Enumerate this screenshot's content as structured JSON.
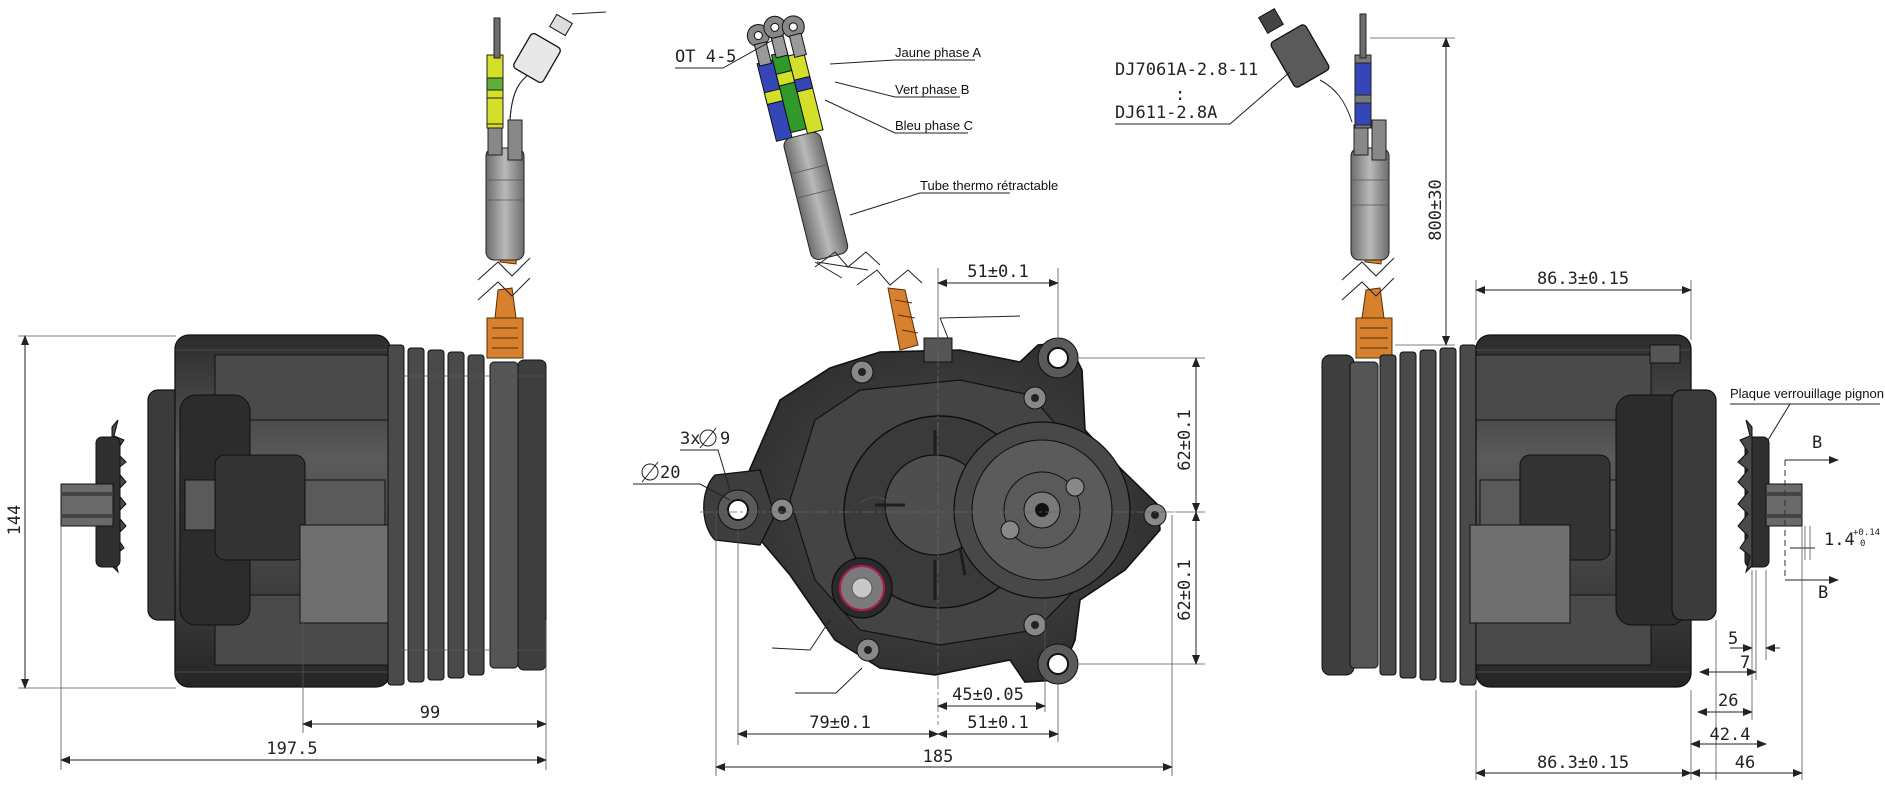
{
  "colors": {
    "phase_a": "#d4df2a",
    "phase_b": "#2f9a2a",
    "phase_c": "#3446b8",
    "cable_jacket": "#8d8d8d",
    "cable_core": "#d7802d",
    "housing": "#3b3b3b"
  },
  "left_view": {
    "dim_height": "144",
    "dim_99": "99",
    "dim_197": "197.5"
  },
  "center_view": {
    "connector_label": "OT 4-5",
    "phase_a": "Jaune phase A",
    "phase_b": "Vert phase B",
    "phase_c": "Bleu phase C",
    "heat_shrink": "Tube thermo rétractable",
    "hole_count": "3x",
    "hole_dia": "9",
    "shaft_dia": "20",
    "dim_51_top": "51±0.1",
    "dim_62_upper": "62±0.1",
    "dim_62_lower": "62±0.1",
    "dim_45": "45±0.05",
    "dim_79": "79±0.1",
    "dim_51_bottom": "51±0.1",
    "dim_185": "185"
  },
  "right_view": {
    "connector_a": "DJ7061A-2.8-11",
    "connector_sep": ":",
    "connector_b": "DJ611-2.8A",
    "dim_800": "800±30",
    "dim_86_top": "86.3±0.15",
    "dim_86_bottom": "86.3±0.15",
    "plate_label": "Plaque verrouillage pignon",
    "section_mark_top": "B",
    "section_mark_bottom": "B",
    "dim_1_4": "1.4",
    "tol_upper": "+0.14",
    "tol_lower": "0",
    "dim_5": "5",
    "dim_7": "7",
    "dim_26": "26",
    "dim_42": "42.4",
    "dim_46": "46"
  }
}
